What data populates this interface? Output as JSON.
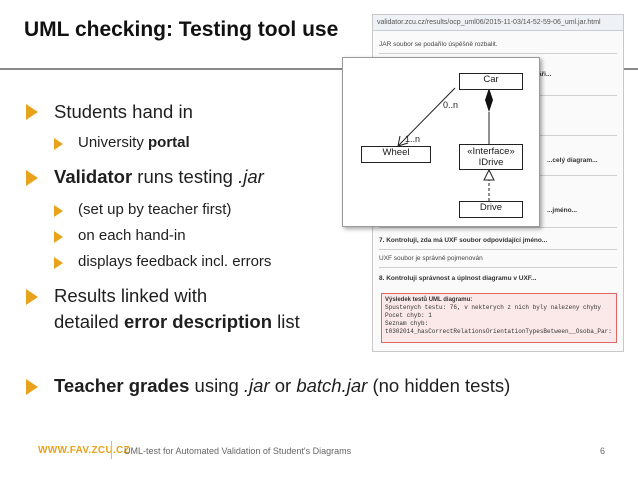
{
  "title": "UML checking: Testing tool use",
  "bullets": {
    "b1": "Students hand in",
    "b1_sub1_pre": "University ",
    "b1_sub1_bold": "portal",
    "b2_bold": "Validator",
    "b2_mid": " runs testing ",
    "b2_italic": ".jar",
    "b2_sub1": "(set up by teacher first)",
    "b2_sub2": "on each hand-in",
    "b2_sub3": "displays feedback incl. errors",
    "b3_line1": "Results linked with",
    "b3_line2_pre": "detailed ",
    "b3_line2_bold": "error description",
    "b3_line2_post": " list",
    "b4_bold": "Teacher grades",
    "b4_a": " using ",
    "b4_i1": ".jar",
    "b4_b": " or ",
    "b4_i2": "batch.jar",
    "b4_c": " (no hidden tests)"
  },
  "screenshot": {
    "url": "validator.zcu.cz/results/ocp_uml06/2015-11-03/14-52-59-06_uml.jar.html",
    "rows": [
      "JAR soubor se podařilo úspěšně rozbalit.",
      "...sáři...",
      "...",
      "...celý diagram...",
      "...jméno...",
      "...",
      "7. Kontroluji, zda má UXF soubor odpovídající jméno...",
      "UXF soubor je správně pojmenován",
      "8. Kontroluji správnost a úplnost diagramu v UXF..."
    ],
    "err_title": "Výsledek testů UML diagramu:",
    "err_lines": [
      "Spustenych testu: 76, v nekterych z nich byly nalezeny chyby",
      "Pocet chyb: 1",
      "Seznam chyb:",
      "t0302014_hasCorrectRelationsOrientationTypesBetween__Osoba_Par:"
    ]
  },
  "uml": {
    "car": "Car",
    "wheel": "Wheel",
    "interface_stereo": "«Interface»",
    "interface_name": "IDrive",
    "drive": "Drive",
    "mult_top": "0..n",
    "mult_bottom": "1..n"
  },
  "footer": {
    "logo": "WWW.FAV.ZCU.CZ",
    "text": "UML-test for Automated Validation of Student's Diagrams",
    "page": "6"
  },
  "colors": {
    "accent": "#e8a21b",
    "error_border": "#e06666"
  }
}
